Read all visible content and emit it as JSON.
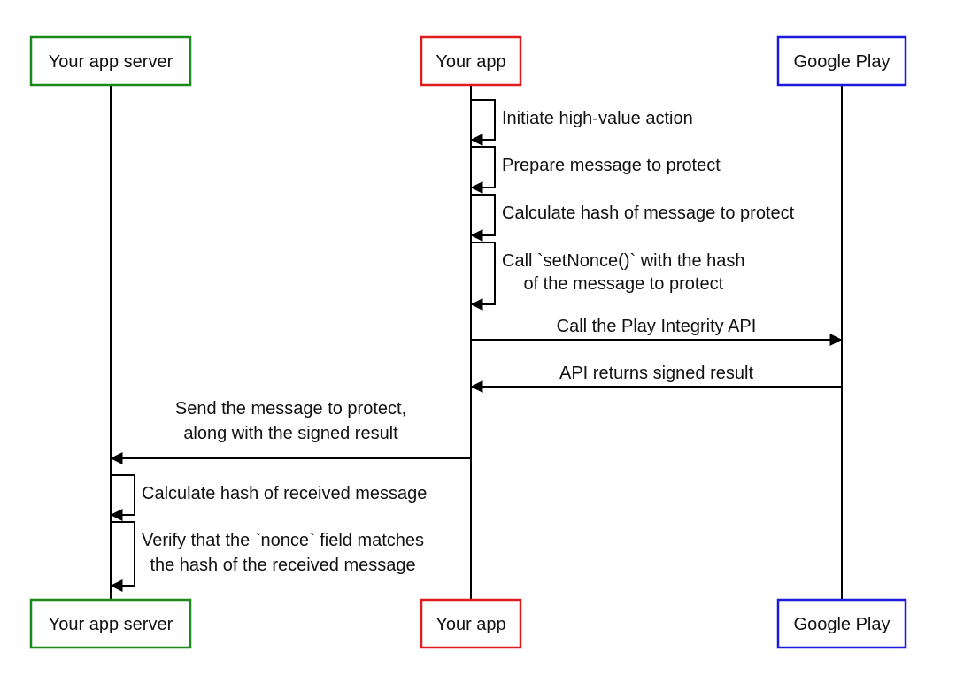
{
  "participants": [
    {
      "id": "server",
      "label": "Your app server",
      "color": "#1a8a1a"
    },
    {
      "id": "app",
      "label": "Your app",
      "color": "#e01b1b"
    },
    {
      "id": "play",
      "label": "Google Play",
      "color": "#1a1ae0"
    }
  ],
  "messages": [
    {
      "from": "app",
      "to": "app",
      "lines": [
        "Initiate high-value action"
      ]
    },
    {
      "from": "app",
      "to": "app",
      "lines": [
        "Prepare message to protect"
      ]
    },
    {
      "from": "app",
      "to": "app",
      "lines": [
        "Calculate hash of message to protect"
      ]
    },
    {
      "from": "app",
      "to": "app",
      "lines": [
        "Call `setNonce()` with the hash",
        "of the message to protect"
      ]
    },
    {
      "from": "app",
      "to": "play",
      "lines": [
        "Call the Play Integrity API"
      ]
    },
    {
      "from": "play",
      "to": "app",
      "lines": [
        "API returns signed result"
      ]
    },
    {
      "from": "app",
      "to": "server",
      "lines": [
        "Send the message to protect,",
        "along with the signed result"
      ]
    },
    {
      "from": "server",
      "to": "server",
      "lines": [
        "Calculate hash of received message"
      ]
    },
    {
      "from": "server",
      "to": "server",
      "lines": [
        "Verify that the `nonce` field matches",
        "the hash of the received message"
      ]
    }
  ]
}
